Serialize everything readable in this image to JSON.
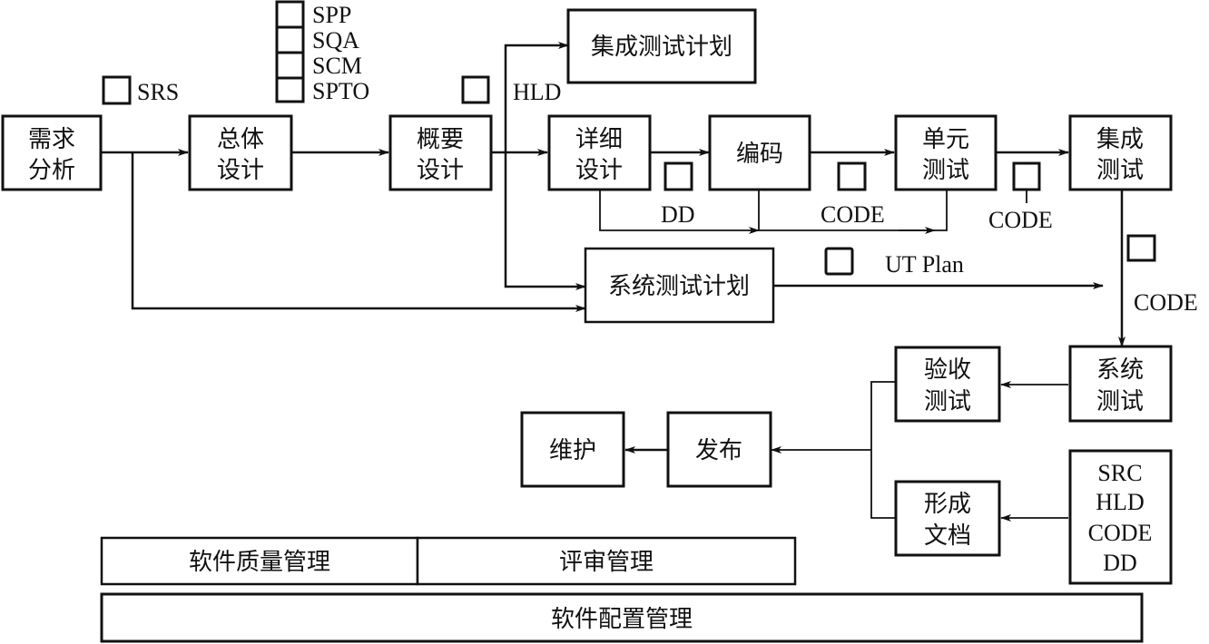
{
  "nodes": {
    "requirements": [
      "需求",
      "分析"
    ],
    "overall_design": [
      "总体",
      "设计"
    ],
    "outline_design": [
      "概要",
      "设计"
    ],
    "detailed_design": [
      "详细",
      "设计"
    ],
    "coding": [
      "编码"
    ],
    "unit_test": [
      "单元",
      "测试"
    ],
    "integration_test": [
      "集成",
      "测试"
    ],
    "integration_test_plan": [
      "集成测试计划"
    ],
    "system_test_plan": [
      "系统测试计划"
    ],
    "system_test": [
      "系统",
      "测试"
    ],
    "acceptance_test": [
      "验收",
      "测试"
    ],
    "documentation": [
      "形成",
      "文档"
    ],
    "release": [
      "发布"
    ],
    "maintenance": [
      "维护"
    ],
    "deliverables": [
      "SRC",
      "HLD",
      "CODE",
      "DD"
    ]
  },
  "documents": {
    "srs": "SRS",
    "plans": [
      "SPP",
      "SQA",
      "SCM",
      "SPTO"
    ],
    "hld": "HLD",
    "dd": "DD",
    "code_unit": "CODE",
    "code_integration": "CODE",
    "ut_plan": "UT Plan",
    "code_system": "CODE"
  },
  "management": {
    "quality": "软件质量管理",
    "review": "评审管理",
    "configuration": "软件配置管理"
  }
}
